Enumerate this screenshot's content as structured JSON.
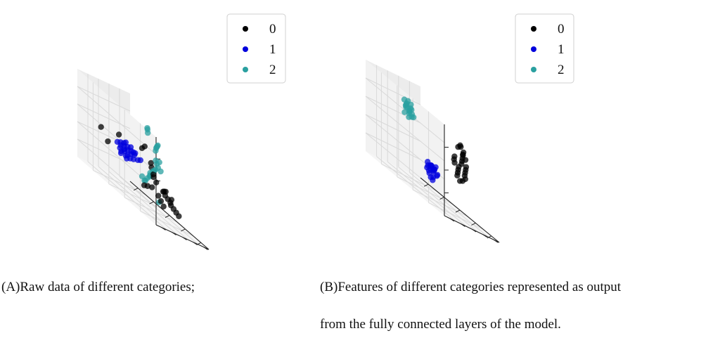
{
  "chart_data": [
    {
      "type": "scatter",
      "projection": "3d",
      "legend": {
        "placement": "top-right",
        "entries": [
          "0",
          "1",
          "2"
        ]
      },
      "axis_tick_labels": "none",
      "grid": true,
      "series": [
        {
          "name": "0",
          "color": "#000000",
          "points": [
            [
              0.62,
              0.3,
              0.28
            ],
            [
              0.64,
              0.28,
              0.3
            ],
            [
              0.66,
              0.32,
              0.26
            ],
            [
              0.68,
              0.3,
              0.24
            ],
            [
              0.7,
              0.28,
              0.22
            ],
            [
              0.72,
              0.3,
              0.2
            ],
            [
              0.74,
              0.28,
              0.18
            ],
            [
              0.7,
              0.26,
              0.26
            ],
            [
              0.66,
              0.34,
              0.3
            ],
            [
              0.6,
              0.4,
              0.34
            ],
            [
              0.58,
              0.42,
              0.38
            ],
            [
              0.55,
              0.38,
              0.4
            ],
            [
              0.5,
              0.52,
              0.62
            ],
            [
              0.52,
              0.5,
              0.66
            ],
            [
              0.48,
              0.3,
              0.22
            ],
            [
              0.45,
              0.34,
              0.2
            ],
            [
              0.42,
              0.36,
              0.18
            ],
            [
              0.1,
              0.7,
              0.5
            ],
            [
              0.12,
              0.6,
              0.38
            ],
            [
              0.3,
              0.66,
              0.58
            ],
            [
              0.76,
              0.26,
              0.16
            ],
            [
              0.78,
              0.24,
              0.14
            ],
            [
              0.6,
              0.36,
              0.2
            ],
            [
              0.62,
              0.34,
              0.16
            ],
            [
              0.64,
              0.32,
              0.12
            ],
            [
              0.58,
              0.46,
              0.48
            ],
            [
              0.56,
              0.44,
              0.52
            ]
          ]
        },
        {
          "name": "1",
          "color": "#0000dd",
          "points": [
            [
              0.25,
              0.55,
              0.45
            ],
            [
              0.28,
              0.53,
              0.47
            ],
            [
              0.3,
              0.56,
              0.44
            ],
            [
              0.33,
              0.54,
              0.46
            ],
            [
              0.36,
              0.52,
              0.48
            ],
            [
              0.38,
              0.55,
              0.45
            ],
            [
              0.41,
              0.53,
              0.47
            ],
            [
              0.44,
              0.51,
              0.44
            ],
            [
              0.26,
              0.58,
              0.42
            ],
            [
              0.29,
              0.6,
              0.4
            ],
            [
              0.32,
              0.58,
              0.43
            ],
            [
              0.35,
              0.57,
              0.41
            ],
            [
              0.22,
              0.57,
              0.46
            ],
            [
              0.4,
              0.5,
              0.49
            ],
            [
              0.31,
              0.51,
              0.49
            ],
            [
              0.27,
              0.52,
              0.5
            ],
            [
              0.34,
              0.59,
              0.39
            ],
            [
              0.37,
              0.49,
              0.48
            ],
            [
              0.42,
              0.56,
              0.42
            ],
            [
              0.24,
              0.54,
              0.48
            ],
            [
              0.46,
              0.49,
              0.46
            ],
            [
              0.3,
              0.62,
              0.38
            ],
            [
              0.36,
              0.6,
              0.37
            ],
            [
              0.28,
              0.5,
              0.52
            ],
            [
              0.33,
              0.48,
              0.51
            ],
            [
              0.39,
              0.58,
              0.4
            ]
          ]
        },
        {
          "name": "2",
          "color": "#2aa0a0",
          "points": [
            [
              0.55,
              0.44,
              0.4
            ],
            [
              0.57,
              0.42,
              0.44
            ],
            [
              0.59,
              0.4,
              0.48
            ],
            [
              0.61,
              0.38,
              0.52
            ],
            [
              0.56,
              0.46,
              0.36
            ],
            [
              0.54,
              0.48,
              0.32
            ],
            [
              0.53,
              0.5,
              0.28
            ],
            [
              0.6,
              0.44,
              0.46
            ],
            [
              0.62,
              0.42,
              0.56
            ],
            [
              0.64,
              0.4,
              0.6
            ],
            [
              0.66,
              0.5,
              0.72
            ],
            [
              0.68,
              0.52,
              0.76
            ],
            [
              0.7,
              0.54,
              0.78
            ],
            [
              0.72,
              0.56,
              0.8
            ],
            [
              0.74,
              0.58,
              0.82
            ],
            [
              0.6,
              0.56,
              0.86
            ],
            [
              0.61,
              0.58,
              0.9
            ],
            [
              0.62,
              0.6,
              0.92
            ],
            [
              0.5,
              0.52,
              0.3
            ],
            [
              0.52,
              0.4,
              0.36
            ],
            [
              0.58,
              0.38,
              0.58
            ],
            [
              0.63,
              0.36,
              0.5
            ],
            [
              0.49,
              0.46,
              0.26
            ],
            [
              0.57,
              0.3,
              0.12
            ]
          ]
        }
      ]
    },
    {
      "type": "scatter",
      "projection": "3d",
      "legend": {
        "placement": "top-right",
        "entries": [
          "0",
          "1",
          "2"
        ]
      },
      "axis_tick_labels": "none",
      "grid": true,
      "series": [
        {
          "name": "0",
          "color": "#000000",
          "points": [
            [
              0.8,
              0.4,
              0.6
            ],
            [
              0.82,
              0.42,
              0.64
            ],
            [
              0.84,
              0.44,
              0.68
            ],
            [
              0.86,
              0.46,
              0.72
            ],
            [
              0.88,
              0.48,
              0.76
            ],
            [
              0.86,
              0.5,
              0.8
            ],
            [
              0.84,
              0.52,
              0.78
            ],
            [
              0.82,
              0.48,
              0.56
            ],
            [
              0.8,
              0.46,
              0.52
            ],
            [
              0.78,
              0.44,
              0.48
            ],
            [
              0.76,
              0.42,
              0.44
            ],
            [
              0.78,
              0.4,
              0.4
            ],
            [
              0.8,
              0.38,
              0.42
            ],
            [
              0.82,
              0.36,
              0.46
            ],
            [
              0.84,
              0.4,
              0.5
            ],
            [
              0.86,
              0.42,
              0.54
            ],
            [
              0.88,
              0.44,
              0.58
            ],
            [
              0.9,
              0.46,
              0.62
            ],
            [
              0.92,
              0.5,
              0.7
            ],
            [
              0.74,
              0.44,
              0.56
            ],
            [
              0.76,
              0.48,
              0.6
            ],
            [
              0.78,
              0.5,
              0.64
            ],
            [
              0.9,
              0.52,
              0.74
            ],
            [
              0.88,
              0.54,
              0.82
            ]
          ]
        },
        {
          "name": "1",
          "color": "#0000dd",
          "points": [
            [
              0.3,
              0.3,
              0.3
            ],
            [
              0.32,
              0.28,
              0.28
            ],
            [
              0.34,
              0.26,
              0.26
            ],
            [
              0.36,
              0.28,
              0.24
            ],
            [
              0.38,
              0.3,
              0.26
            ],
            [
              0.4,
              0.32,
              0.28
            ],
            [
              0.33,
              0.32,
              0.22
            ],
            [
              0.35,
              0.34,
              0.2
            ],
            [
              0.37,
              0.3,
              0.18
            ],
            [
              0.31,
              0.26,
              0.24
            ],
            [
              0.29,
              0.28,
              0.26
            ],
            [
              0.36,
              0.24,
              0.3
            ],
            [
              0.39,
              0.26,
              0.22
            ],
            [
              0.34,
              0.3,
              0.16
            ],
            [
              0.32,
              0.34,
              0.24
            ],
            [
              0.38,
              0.34,
              0.3
            ],
            [
              0.3,
              0.24,
              0.28
            ],
            [
              0.35,
              0.28,
              0.14
            ],
            [
              0.41,
              0.28,
              0.24
            ],
            [
              0.33,
              0.22,
              0.26
            ]
          ]
        },
        {
          "name": "2",
          "color": "#2aa0a0",
          "points": [
            [
              0.3,
              0.7,
              0.8
            ],
            [
              0.32,
              0.72,
              0.82
            ],
            [
              0.34,
              0.74,
              0.84
            ],
            [
              0.36,
              0.72,
              0.78
            ],
            [
              0.38,
              0.7,
              0.76
            ],
            [
              0.33,
              0.68,
              0.74
            ],
            [
              0.35,
              0.66,
              0.72
            ],
            [
              0.31,
              0.74,
              0.86
            ],
            [
              0.37,
              0.76,
              0.88
            ],
            [
              0.39,
              0.74,
              0.82
            ],
            [
              0.29,
              0.68,
              0.78
            ],
            [
              0.34,
              0.7,
              0.7
            ],
            [
              0.36,
              0.68,
              0.8
            ],
            [
              0.32,
              0.66,
              0.76
            ],
            [
              0.38,
              0.72,
              0.86
            ],
            [
              0.4,
              0.7,
              0.74
            ],
            [
              0.3,
              0.72,
              0.72
            ],
            [
              0.35,
              0.74,
              0.8
            ]
          ]
        }
      ]
    }
  ],
  "captions": {
    "a": "(A)Raw data of different categories;",
    "b_line1": "(B)Features of different categories represented as output",
    "b_line2": "from the fully connected layers of the model."
  }
}
